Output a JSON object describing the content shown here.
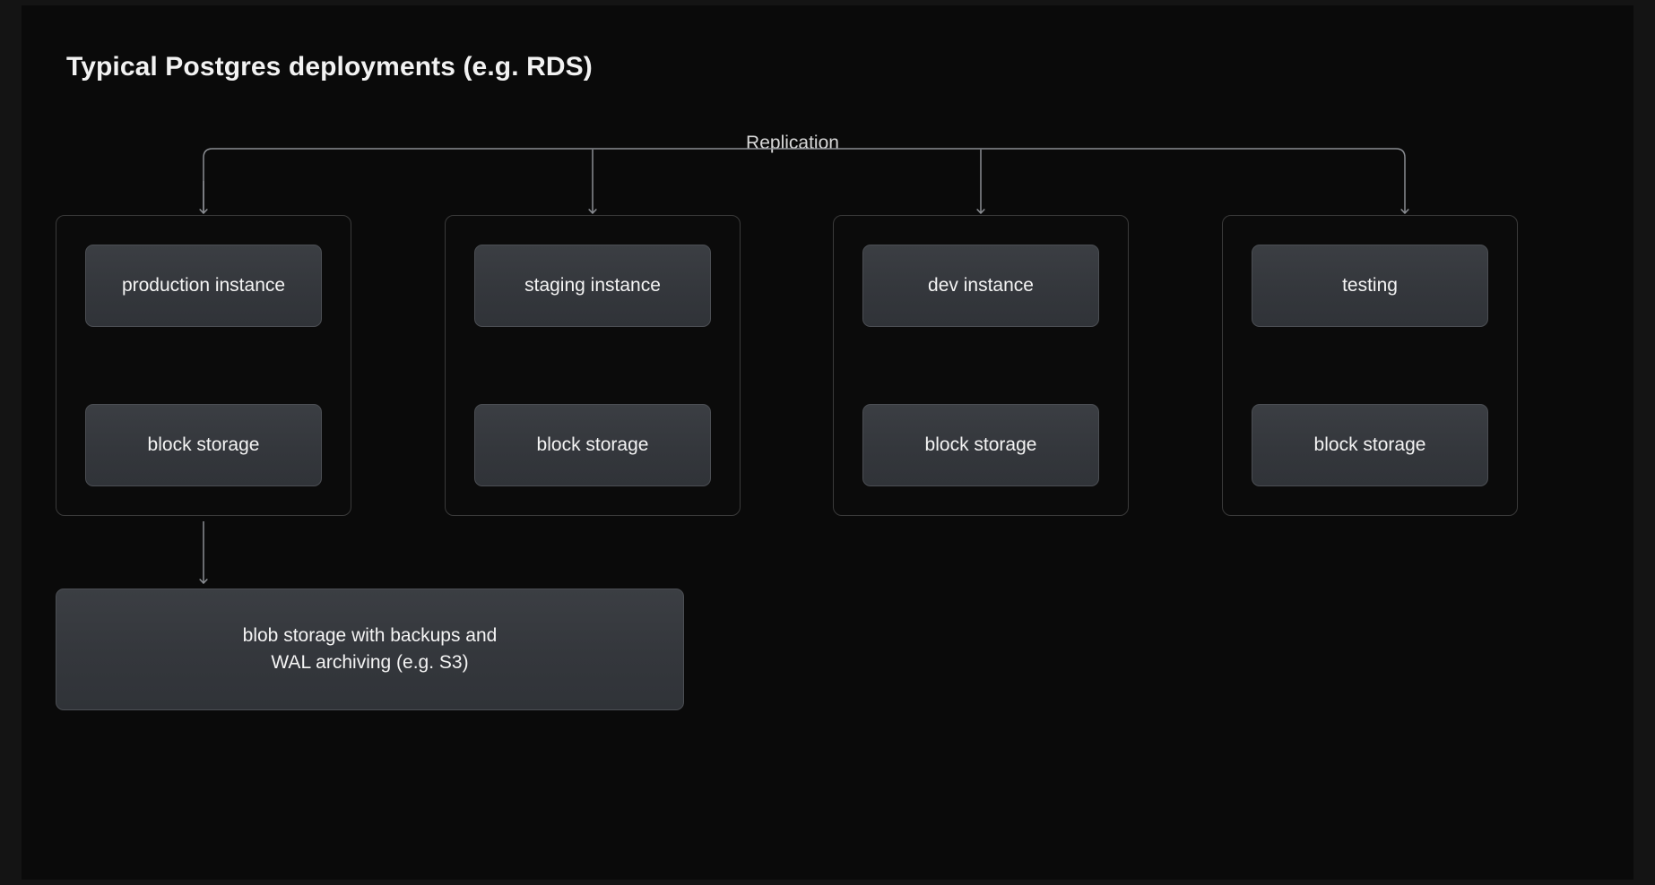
{
  "page": {
    "background_color": "#141414",
    "panel_color": "#0a0a0a"
  },
  "diagram": {
    "title": "Typical Postgres deployments (e.g. RDS)",
    "replication_label": "Replication",
    "accent_line_color": "#8a8d92",
    "node_fill_top": "#3b3e43",
    "node_fill_bottom": "#303338",
    "node_border_color": "#4b4e53",
    "group_border_color": "#3a3a3a",
    "text_color": "#f4f4f4",
    "columns": [
      {
        "id": "production",
        "instance": "production instance",
        "storage": "block storage"
      },
      {
        "id": "staging",
        "instance": "staging instance",
        "storage": "block storage"
      },
      {
        "id": "dev",
        "instance": "dev instance",
        "storage": "block storage"
      },
      {
        "id": "testing",
        "instance": "testing",
        "storage": "block storage"
      }
    ],
    "blob_storage": {
      "line1": "blob storage with backups and",
      "line2": "WAL archiving (e.g. S3)"
    }
  }
}
